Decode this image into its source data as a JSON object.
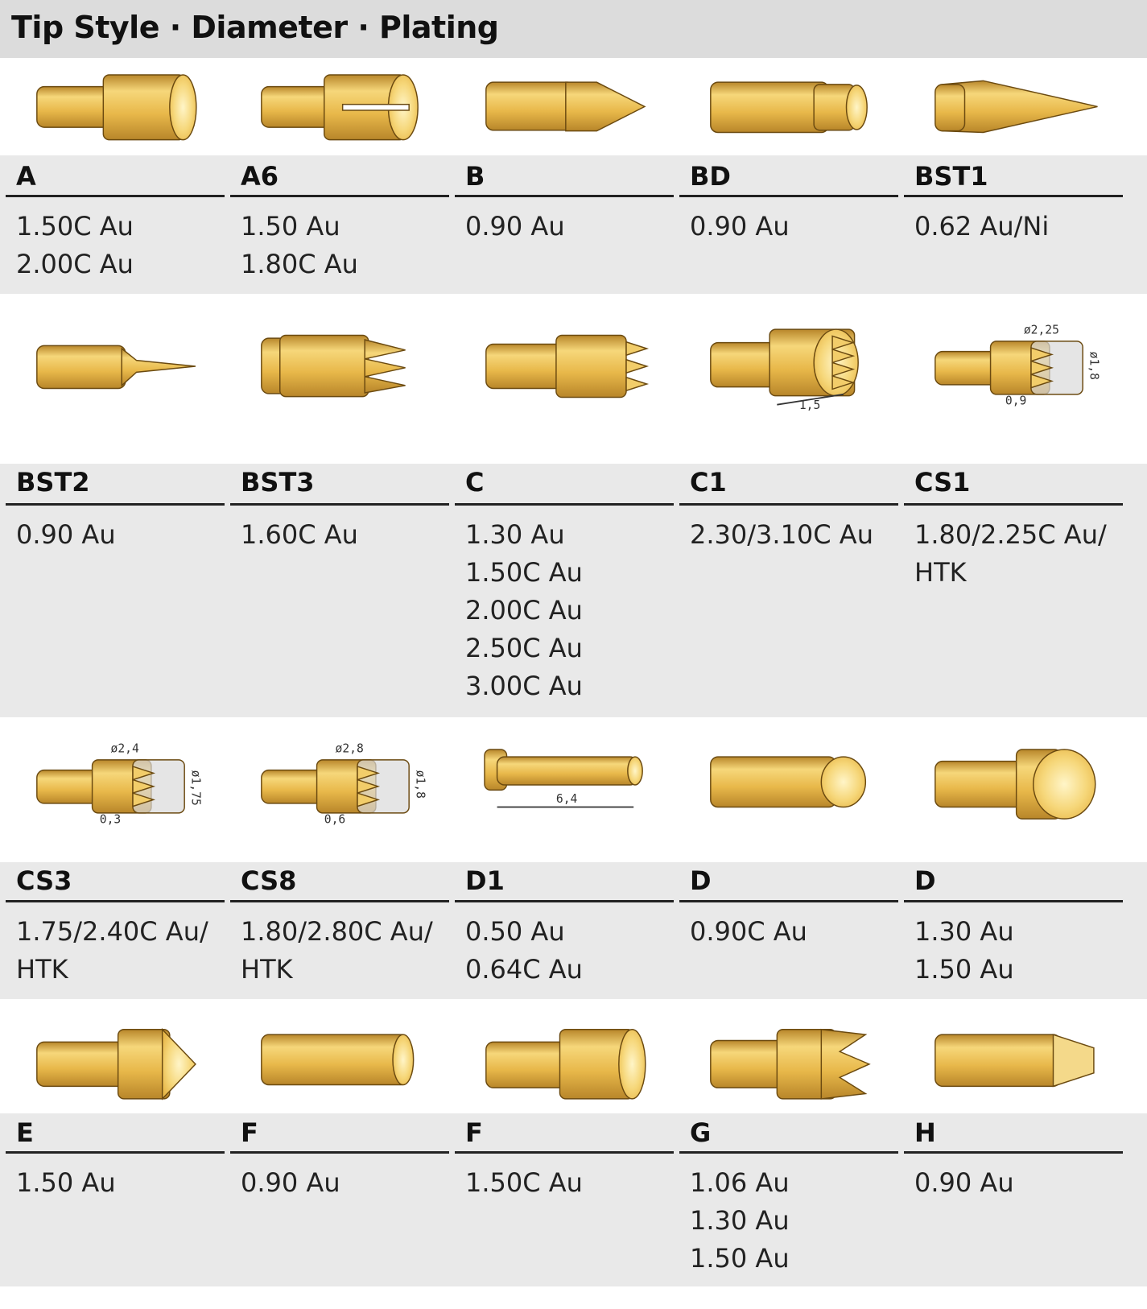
{
  "header": {
    "title": "Tip Style · Diameter · Plating"
  },
  "rows": [
    {
      "cells": [
        {
          "code": "A",
          "icon": "tip-a-icon",
          "specs": [
            "1.50C Au",
            "2.00C Au"
          ]
        },
        {
          "code": "A6",
          "icon": "tip-a6-icon",
          "specs": [
            "1.50 Au",
            "1.80C Au"
          ]
        },
        {
          "code": "B",
          "icon": "tip-b-icon",
          "specs": [
            "0.90 Au"
          ]
        },
        {
          "code": "BD",
          "icon": "tip-bd-icon",
          "specs": [
            "0.90 Au"
          ]
        },
        {
          "code": "BST1",
          "icon": "tip-bst1-icon",
          "specs": [
            "0.62 Au/Ni"
          ]
        }
      ]
    },
    {
      "cells": [
        {
          "code": "BST2",
          "icon": "tip-bst2-icon",
          "specs": [
            "0.90 Au"
          ]
        },
        {
          "code": "BST3",
          "icon": "tip-bst3-icon",
          "specs": [
            "1.60C Au"
          ]
        },
        {
          "code": "C",
          "icon": "tip-c-icon",
          "specs": [
            "1.30 Au",
            "1.50C Au",
            "2.00C Au",
            "2.50C Au",
            "3.00C Au"
          ]
        },
        {
          "code": "C1",
          "icon": "tip-c1-icon",
          "dimension": "1,5",
          "specs": [
            "2.30/3.10C Au"
          ]
        },
        {
          "code": "CS1",
          "icon": "tip-cs1-icon",
          "dimensions": [
            "ø2,25",
            "ø1,8",
            "0,9"
          ],
          "specs": [
            "1.80/2.25C Au/",
            "HTK"
          ]
        }
      ]
    },
    {
      "cells": [
        {
          "code": "CS3",
          "icon": "tip-cs3-icon",
          "dimensions": [
            "ø2,4",
            "ø1,75",
            "0,3"
          ],
          "specs": [
            "1.75/2.40C Au/",
            "HTK"
          ]
        },
        {
          "code": "CS8",
          "icon": "tip-cs8-icon",
          "dimensions": [
            "ø2,8",
            "ø1,8",
            "0,6"
          ],
          "specs": [
            "1.80/2.80C Au/",
            "HTK"
          ]
        },
        {
          "code": "D1",
          "icon": "tip-d1-icon",
          "dimension": "6,4",
          "specs": [
            "0.50 Au",
            "0.64C Au"
          ]
        },
        {
          "code": "D",
          "icon": "tip-d-icon",
          "specs": [
            "0.90C Au"
          ]
        },
        {
          "code": "D",
          "icon": "tip-d-large-icon",
          "specs": [
            "1.30 Au",
            "1.50 Au"
          ]
        }
      ]
    },
    {
      "cells": [
        {
          "code": "E",
          "icon": "tip-e-icon",
          "specs": [
            "1.50 Au"
          ]
        },
        {
          "code": "F",
          "icon": "tip-f-icon",
          "specs": [
            "0.90 Au"
          ]
        },
        {
          "code": "F",
          "icon": "tip-f-large-icon",
          "specs": [
            "1.50C Au"
          ]
        },
        {
          "code": "G",
          "icon": "tip-g-icon",
          "specs": [
            "1.06 Au",
            "1.30 Au",
            "1.50 Au"
          ]
        },
        {
          "code": "H",
          "icon": "tip-h-icon",
          "specs": [
            "0.90 Au"
          ]
        }
      ]
    }
  ],
  "colors": {
    "gold": "#e8b84a",
    "gold_light": "#f6d77a",
    "gold_dark": "#b8862a",
    "band": "#e9e9e9",
    "header": "#dcdcdc"
  }
}
